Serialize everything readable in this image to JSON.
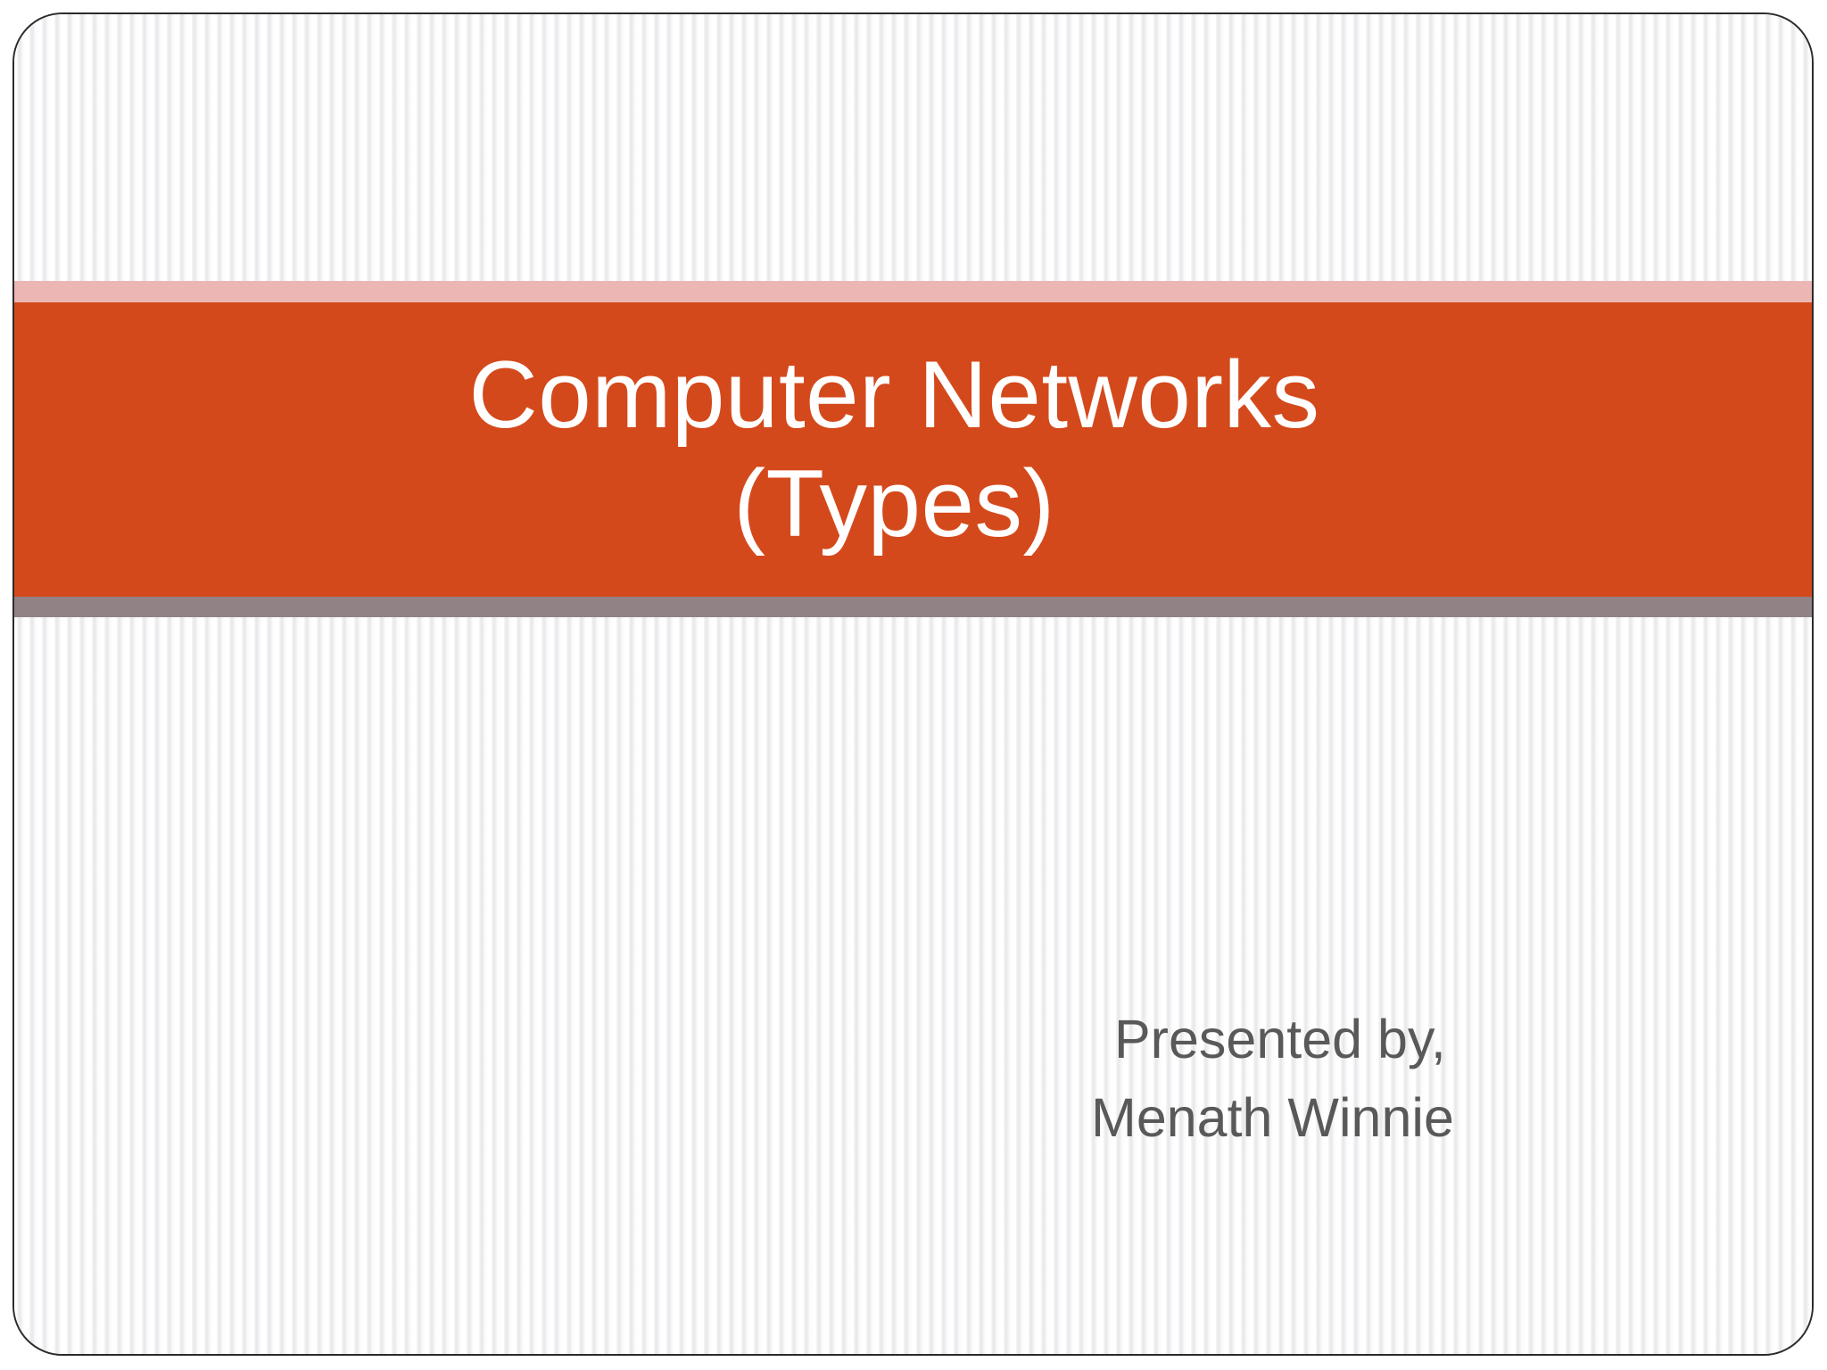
{
  "slide": {
    "title_lines": [
      "Computer Networks",
      "(Types)"
    ],
    "presenter_lines": [
      "Presented by,",
      "Menath Winnie"
    ],
    "colors": {
      "title_band": "#D4491B",
      "accent_top_strip": "#EBB6B4",
      "accent_bottom_strip": "#908285",
      "title_text": "#FFFFFF",
      "presenter_text": "#595959",
      "background": "#FFFFFF",
      "pinstripe": "#E7E7EA",
      "border": "#2B2B2B"
    }
  }
}
